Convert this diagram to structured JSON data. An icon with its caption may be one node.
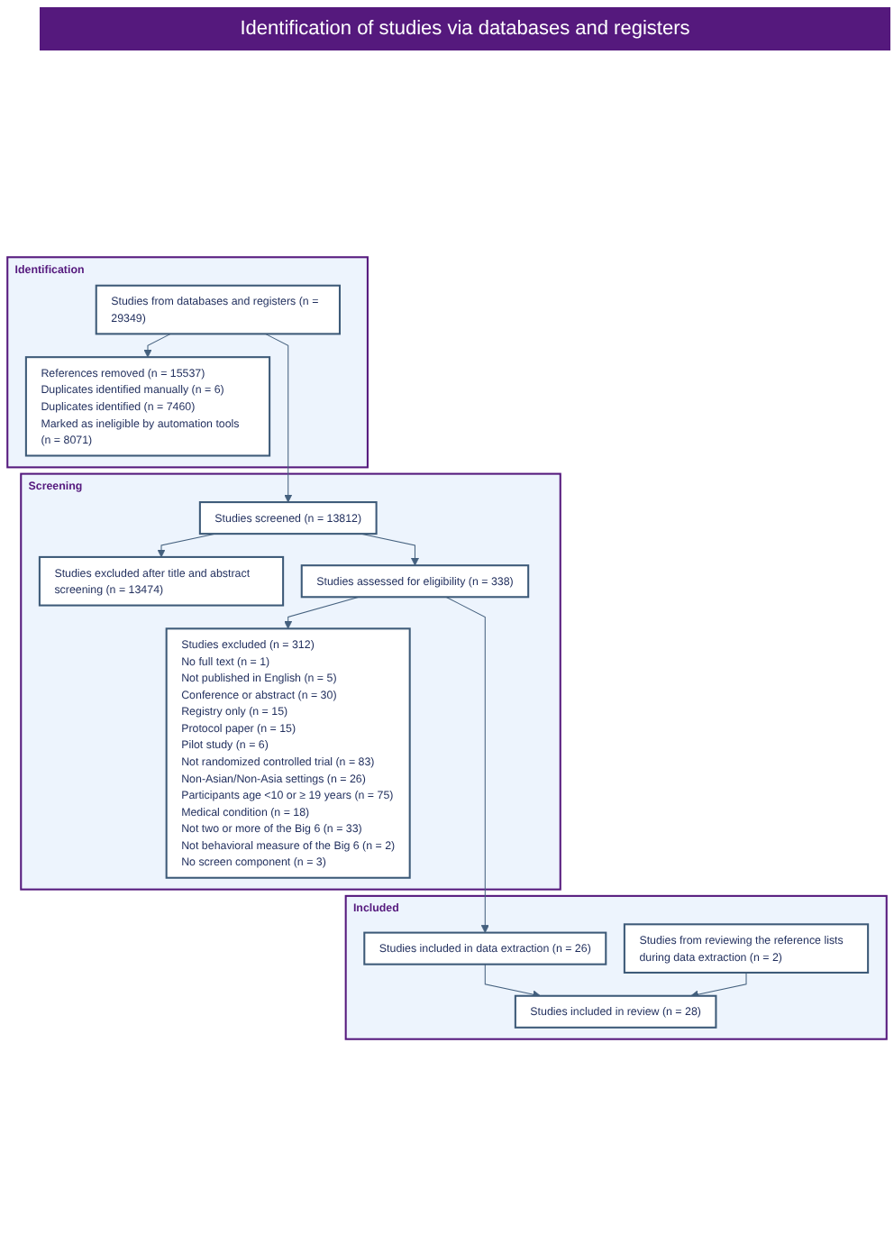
{
  "diagram": {
    "title": "Identification of studies via databases and registers",
    "nodes": [
      {
        "text": [
          "Identification"
        ]
      },
      {
        "text": [
          "Studies from databases and registers (n = 29349)"
        ],
        "in": 0
      },
      {
        "text": [
          "References removed (n = 15537)",
          "Duplicates identified manually (n = 6)",
          "Duplicates identified (n = 7460)",
          "Marked as ineligible by automation tools (n = 8071)"
        ],
        "in": 0
      },
      {
        "text": [
          "Screening"
        ]
      },
      {
        "text": [
          "Studies screened (n = 13812)"
        ],
        "in": 3
      },
      {
        "text": [
          "Studies excluded after title and abstract screening (n = 13474)"
        ],
        "in": 3
      },
      {
        "text": [
          "Studies assessed for eligibility (n = 338)"
        ],
        "in": 3
      },
      {
        "text": [
          "Studies excluded (n = 312)",
          "No full text (n = 1)",
          "Not published in English (n = 5)",
          "Conference or abstract (n = 30)",
          "Registry only (n = 15)",
          "Protocol paper (n = 15)",
          "Pilot study (n = 6)",
          "Not randomized controlled trial (n = 83)",
          "Non-Asian/Non-Asia settings (n = 26)",
          "Participants age <10 or ≥ 19 years (n = 75)",
          "Medical condition (n = 18)",
          "Not two or more of the Big 6 (n = 33)",
          "Not behavioral measure of the Big 6 (n = 2)",
          "No screen component (n = 3)"
        ],
        "in": 3
      },
      {
        "text": [
          "Included"
        ]
      },
      {
        "text": [
          "Studies included in data extraction (n = 26)"
        ],
        "in": 8
      },
      {
        "text": [
          "Studies from reviewing the reference lists during data extraction (n = 2)"
        ],
        "in": 8
      },
      {
        "text": [
          "Studies included in review (n = 28)"
        ],
        "in": 8
      }
    ],
    "edges": [
      {
        "from": 1,
        "to": 2,
        "arrow": "to"
      },
      {
        "from": 1,
        "to": 4,
        "arrow": "to"
      },
      {
        "from": 4,
        "to": 5,
        "arrow": "to"
      },
      {
        "from": 4,
        "to": 6,
        "arrow": "to"
      },
      {
        "from": 6,
        "to": 7,
        "arrow": "to"
      },
      {
        "from": 6,
        "to": 9,
        "arrow": "to"
      },
      {
        "from": 9,
        "to": 11,
        "arrow": "to"
      },
      {
        "from": 10,
        "to": 11,
        "arrow": "to"
      }
    ]
  }
}
